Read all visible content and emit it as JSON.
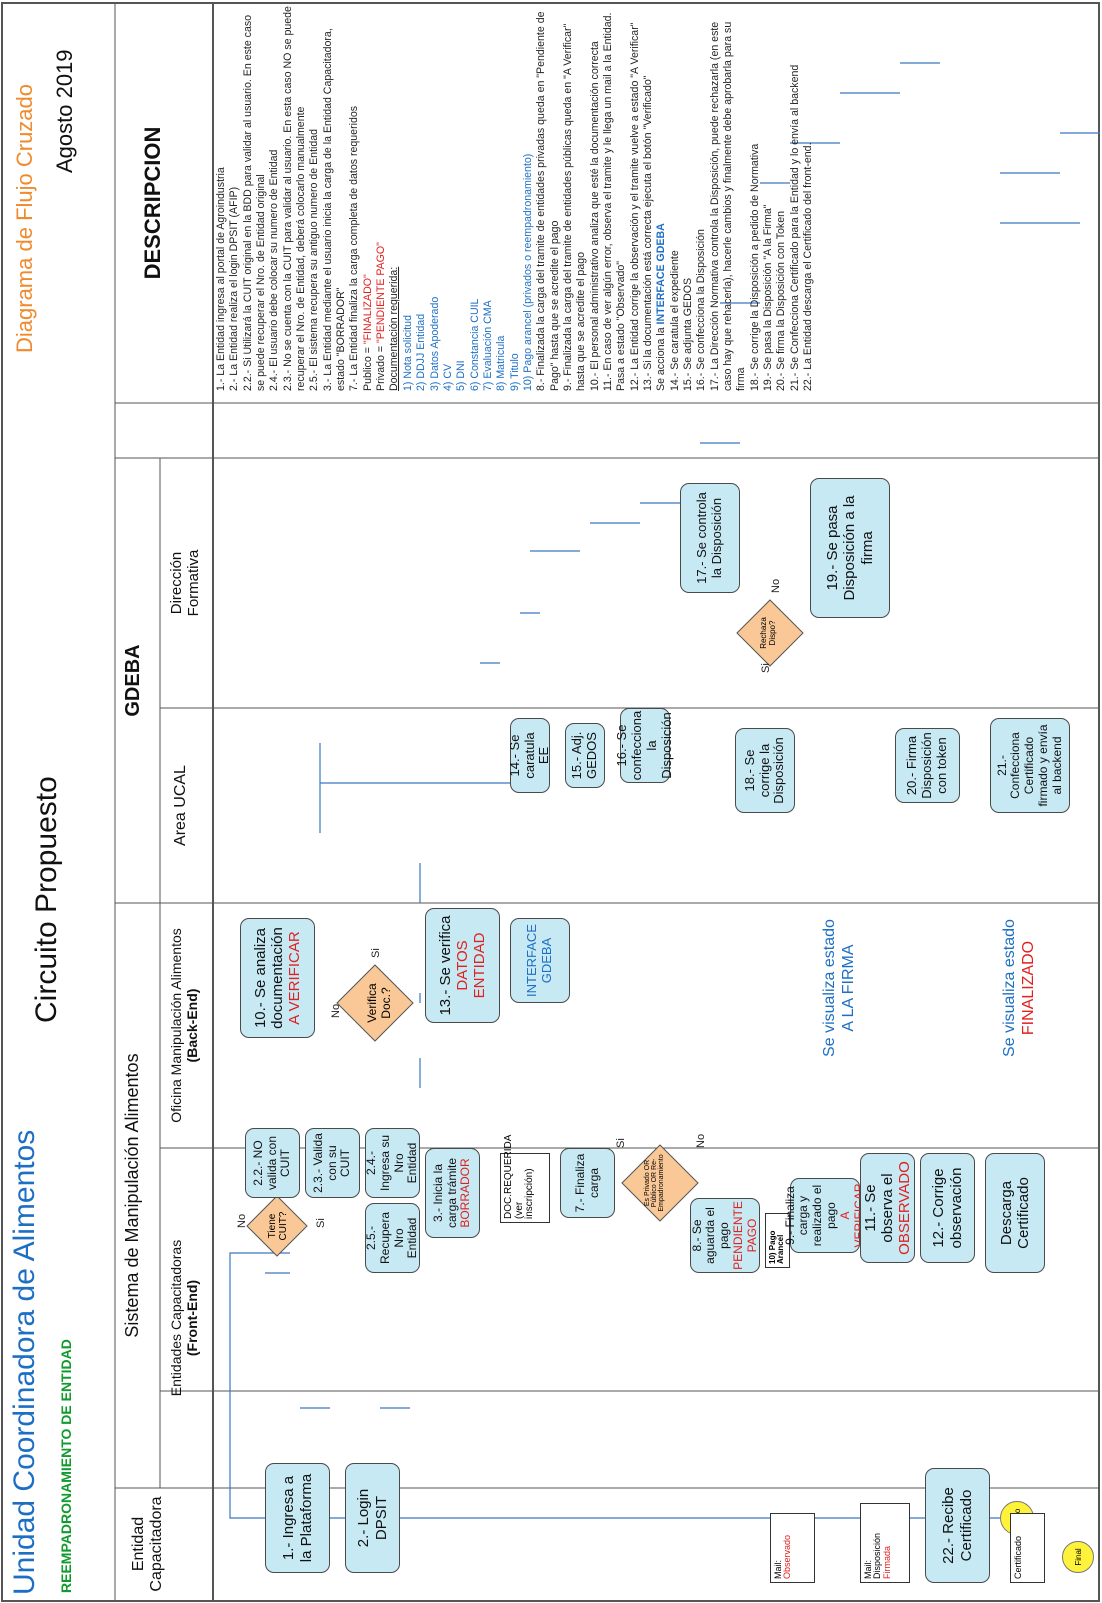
{
  "title": {
    "prefix": "Unidad Coordinadora de ",
    "main": "Alimentos",
    "subtitle": "REEMPADRONAMIENTO DE ENTIDAD",
    "center": "Circuito Propuesto",
    "right": "Diagrama de Flujo Cruzado",
    "date": "Agosto 2019"
  },
  "headers": {
    "entidad": "Entidad Capacitadora",
    "sistema": "Sistema de Manipulación Alimentos",
    "front_l1": "Entidades Capacitadoras",
    "front_l2": "(Front-End)",
    "back_l1": "Oficina Manipulación Alimentos",
    "back_l2": "(Back-End)",
    "gdeba": "GDEBA",
    "ucal": "Area UCAL",
    "direccion_l1": "Dirección",
    "direccion_l2": "Formativa",
    "descripcion": "DESCRIPCION"
  },
  "steps": {
    "s1": "1.- Ingresa a la Plataforma",
    "s2": "2.- Login DPSIT",
    "s22_no": "2.2.- NO valida con CUIT",
    "s23": "2.3.- Valida con su CUIT",
    "s24": "2.4.- Ingresa su Nro Entidad",
    "s25": "2.5.- Recupera Nro Entidad",
    "s3": "3.- Inicia la carga trámite",
    "s3_state": "BORRADOR",
    "doc_req": "DOC.REQUERIDA (ver inscripción)",
    "s7": "7.- Finaliza carga",
    "s8": "8.- Se aguarda el pago",
    "s8_state": "PENDIENTE PAGO",
    "pago": "10) Pago Arancel",
    "s9": "9.- Finaliza carga y realizado el pago",
    "s9_state": "A VERIFICAR",
    "s11": "11.- Se observa el",
    "s11_state": "OBSERVADO",
    "s12": "12.- Corrige observación",
    "descarga": "Descarga Certificado",
    "s10": "10.- Se analiza documentación",
    "s10_state": "A VERIFICAR",
    "s13": "13.- Se verifica",
    "s13_state": "DATOS ENTIDAD",
    "interface": "INTERFACE GDEBA",
    "visual_firma": "Se visualiza estado",
    "visual_firma_state": "A LA FIRMA",
    "visual_fin": "Se visualiza estado",
    "visual_fin_state": "FINALIZADO",
    "s14": "14.- Se caratula EE",
    "s15": "15.- Adj. GEDOS",
    "s16": "16.- Se confecciona la Disposición",
    "s18": "18.- Se corrige la Disposición",
    "s20": "20.- Firma Disposición con token",
    "s21": "21.- Confecciona Certificado firmado y envía al backend",
    "s17": "17.- Se controla la Disposición",
    "s19": "19.- Se pasa Disposición a la firma",
    "s22": "22.- Recibe Certificado"
  },
  "decisions": {
    "cuit": "Tiene CUIT?",
    "privado": "Es Privado OR Público OR Re-Empadronamiento",
    "verifica": "Verifica Doc.?",
    "rechaza": "Rechaza Dispo?"
  },
  "labels": {
    "si": "Si",
    "no": "No"
  },
  "docs": {
    "mail_obs_1": "Mail:",
    "mail_obs_2": "Observado",
    "mail_disp_1": "Mail:",
    "mail_disp_2": "Disposición",
    "mail_disp_3": "Firmada",
    "cert": "Certificado"
  },
  "terminals": {
    "inicio": "Inicio",
    "final": "Final"
  },
  "description": {
    "lines": [
      "1.- La Entidad ingresa al portal de Agroindustria",
      "2.- La Entidad realiza el login DPSIT (AFIP)",
      "2.2.- Si Utilizará la CUIT original en la BDD para validar al usuario. En este caso se puede recuperar el Nro. de Entidad original",
      "2.4.- El usuario debe colocar su numero de Entidad",
      "2.3.- No se cuenta con la CUIT para validar al usuario. En esta caso NO se puede recuperar el Nro. de Entidad, deberá colocarlo manualmente",
      "2.5.- El sistema recupera su antiguo numero de Entidad",
      "3.- La Entidad mediante el usuario inicia la carga de la Entidad Capacitadora, estado \"BORRADOR\"",
      "7.- La Entidad finaliza la carga completa de datos requeridos"
    ],
    "publico_label": "Publico = ",
    "publico_val": "\"FINALIZADO\"",
    "privado_label": "Privado = ",
    "privado_val": "\"PENDIENTE PAGO\"",
    "doc_title": "Documentación requerida:",
    "docs": [
      "1) Nota solicitud",
      "2) DDJJ Entidad",
      "3) Datos Apoderado",
      "4) CV",
      "5) DNI",
      "6) Constancia CUIL",
      "7) Evaluación CMA",
      "8) Matricula",
      "9) Titulo",
      "10) Pago arancel (privados o reempadronamiento)"
    ],
    "lines2": [
      "8.- Finalizada la carga del tramite de entidades privadas queda en \"Pendiente de Pago\" hasta que se acredite el pago",
      "9.- Finalizada la carga del tramite de entidades públicas queda en \"A Verificar\" hasta que se acredite el pago",
      "10.- El personal administrativo analiza que esté la documentación correcta",
      "11.- En caso de ver algún error, observa el tramite y le llega un mail a la Entidad. Pasa a estado \"Observado\"",
      "12.- La Entidad corrige la observación y el tramite vuelve a estado \"A Verificar\"",
      "13.- Si la documentación está correcta ejecuta el botón \"Verificado\""
    ],
    "interface_pre": "Se acciona la ",
    "interface_val": "INTERFACE GDEBA",
    "lines3": [
      "14.- Se caratula el expediente",
      "15.- Se adjunta GEDOS",
      "16.- Se confecciona la Disposición",
      "17.- La Dirección Normativa controla la Disposición, puede rechazarla (en este caso hay que rehacerla), hacerle cambios y finalmente debe aprobarla para su firma",
      "18.- Se corrige la Disposición a pedido de Normativa",
      "19.- Se pasa la Disposición \"A la Firma\"",
      "20.- Se firma la Disposición con Token",
      "21.- Se Confecciona Certificado para la Entidad y lo envía al backend",
      "22.- La Entidad descarga el Certificado del front-end."
    ]
  },
  "colors": {
    "box_fill": "#c6e9f4",
    "decision_fill": "#f9c896",
    "state_red": "#e0211f",
    "title_blue": "#1d6fc4",
    "subtitle_green": "#119a2d",
    "title_orange": "#f08a2e",
    "terminal_yellow": "#fff23a"
  }
}
